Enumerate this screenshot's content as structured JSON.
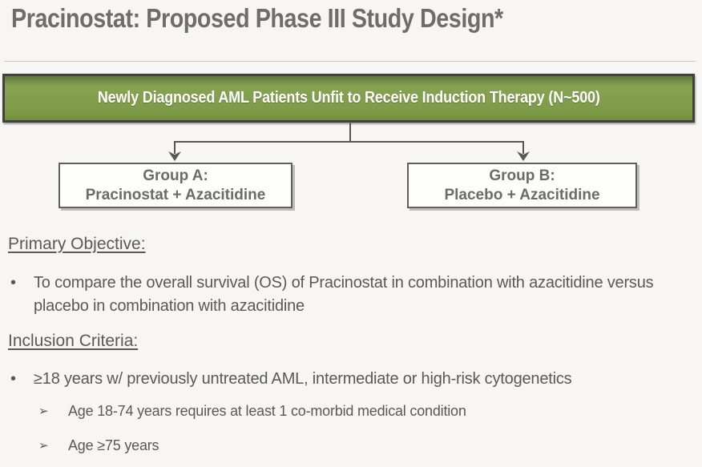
{
  "page": {
    "title": "Pracinostat: Proposed Phase III Study Design*"
  },
  "banner": {
    "text": "Newly Diagnosed AML Patients Unfit to Receive Induction Therapy (N~500)"
  },
  "flowchart": {
    "group_a": {
      "line1": "Group A:",
      "line2": "Pracinostat + Azacitidine"
    },
    "group_b": {
      "line1": "Group B:",
      "line2": "Placebo + Azacitidine"
    }
  },
  "sections": {
    "primary_objective": {
      "heading": "Primary Objective:",
      "bullet": "To compare the overall survival (OS) of Pracinostat in combination with azacitidine versus placebo in combination with azacitidine"
    },
    "inclusion_criteria": {
      "heading": "Inclusion Criteria:",
      "bullet": "≥18 years w/ previously untreated AML, intermediate or high-risk cytogenetics",
      "sub_bullets": [
        "Age 18-74 years requires at least 1 co-morbid medical condition",
        "Age ≥75 years"
      ]
    }
  },
  "icons": {
    "bullet": "•",
    "sub_bullet_arrow": "➢"
  },
  "colors": {
    "background": "#f8f6f3",
    "title_gray": "#6d6d6d",
    "banner_green": "#7d9b48",
    "banner_border": "#414141",
    "banner_text": "#ffffff",
    "body_text": "#595959",
    "box_border": "#5f5f5f",
    "box_text": "#6b6b6b",
    "connector": "#575757",
    "divider": "#cbc9c5"
  }
}
